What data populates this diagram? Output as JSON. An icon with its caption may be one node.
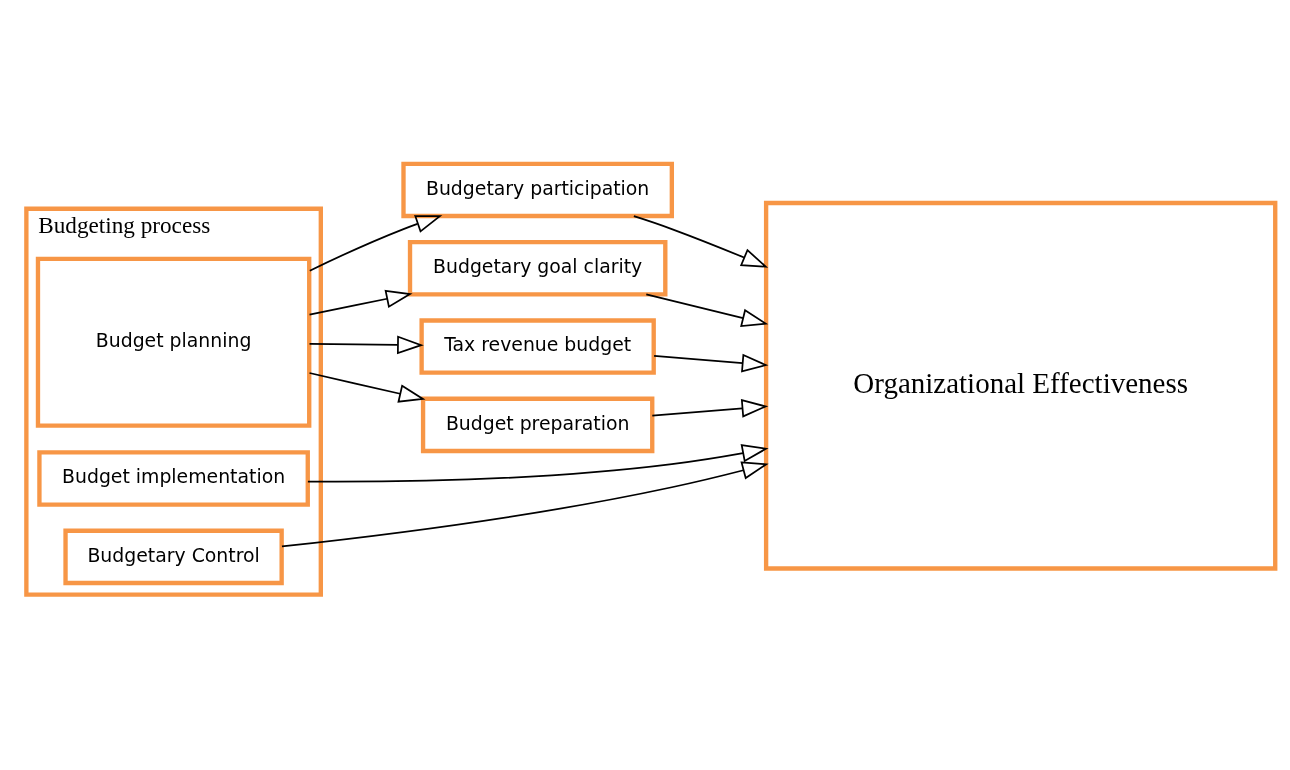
{
  "diagram": {
    "nodes": [
      {
        "text": [
          "Budgeting process"
        ]
      },
      {
        "text": [
          "Budget planning"
        ],
        "in": 0
      },
      {
        "text": [
          "Budget implementation"
        ],
        "in": 0
      },
      {
        "text": [
          "Budgetary Control"
        ],
        "in": 0
      },
      {
        "text": [
          "Budgetary participation"
        ]
      },
      {
        "text": [
          "Budgetary goal clarity"
        ]
      },
      {
        "text": [
          "Tax revenue budget"
        ]
      },
      {
        "text": [
          "Budget preparation"
        ]
      },
      {
        "text": [
          "Organizational Effectiveness"
        ]
      }
    ],
    "edges": [
      {
        "from": 1,
        "to": 4,
        "arrow": "to"
      },
      {
        "from": 1,
        "to": 5,
        "arrow": "to"
      },
      {
        "from": 1,
        "to": 6,
        "arrow": "to"
      },
      {
        "from": 1,
        "to": 7,
        "arrow": "to"
      },
      {
        "from": 4,
        "to": 8,
        "arrow": "to"
      },
      {
        "from": 5,
        "to": 8,
        "arrow": "to"
      },
      {
        "from": 6,
        "to": 8,
        "arrow": "to"
      },
      {
        "from": 7,
        "to": 8,
        "arrow": "to"
      },
      {
        "from": 2,
        "to": 8,
        "arrow": "to"
      },
      {
        "from": 3,
        "to": 8,
        "arrow": "to"
      }
    ]
  }
}
